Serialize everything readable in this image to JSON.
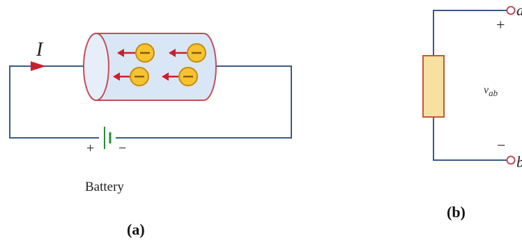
{
  "figure_a": {
    "current_label": "I",
    "battery_plus": "+",
    "battery_minus": "−",
    "battery_label": "Battery",
    "electron_symbol": "⊖",
    "caption": "(a)"
  },
  "figure_b": {
    "terminal_a_label": "a",
    "terminal_b_label": "b",
    "plus_sign": "+",
    "minus_sign": "−",
    "voltage_label": "v",
    "voltage_subscript": "ab",
    "caption": "(b)"
  },
  "colors": {
    "wire": "#3a5a86",
    "current_arrow": "#c8202e",
    "conductor_fill": "#d9e6f5",
    "conductor_outline": "#c44d5a",
    "electron_fill": "#f5c430",
    "electron_outline": "#c88a10",
    "battery_plate": "#2a8a3a",
    "resistor_fill": "#f8e0a0",
    "resistor_outline": "#c9553a",
    "terminal_outline": "#c44d5a"
  }
}
